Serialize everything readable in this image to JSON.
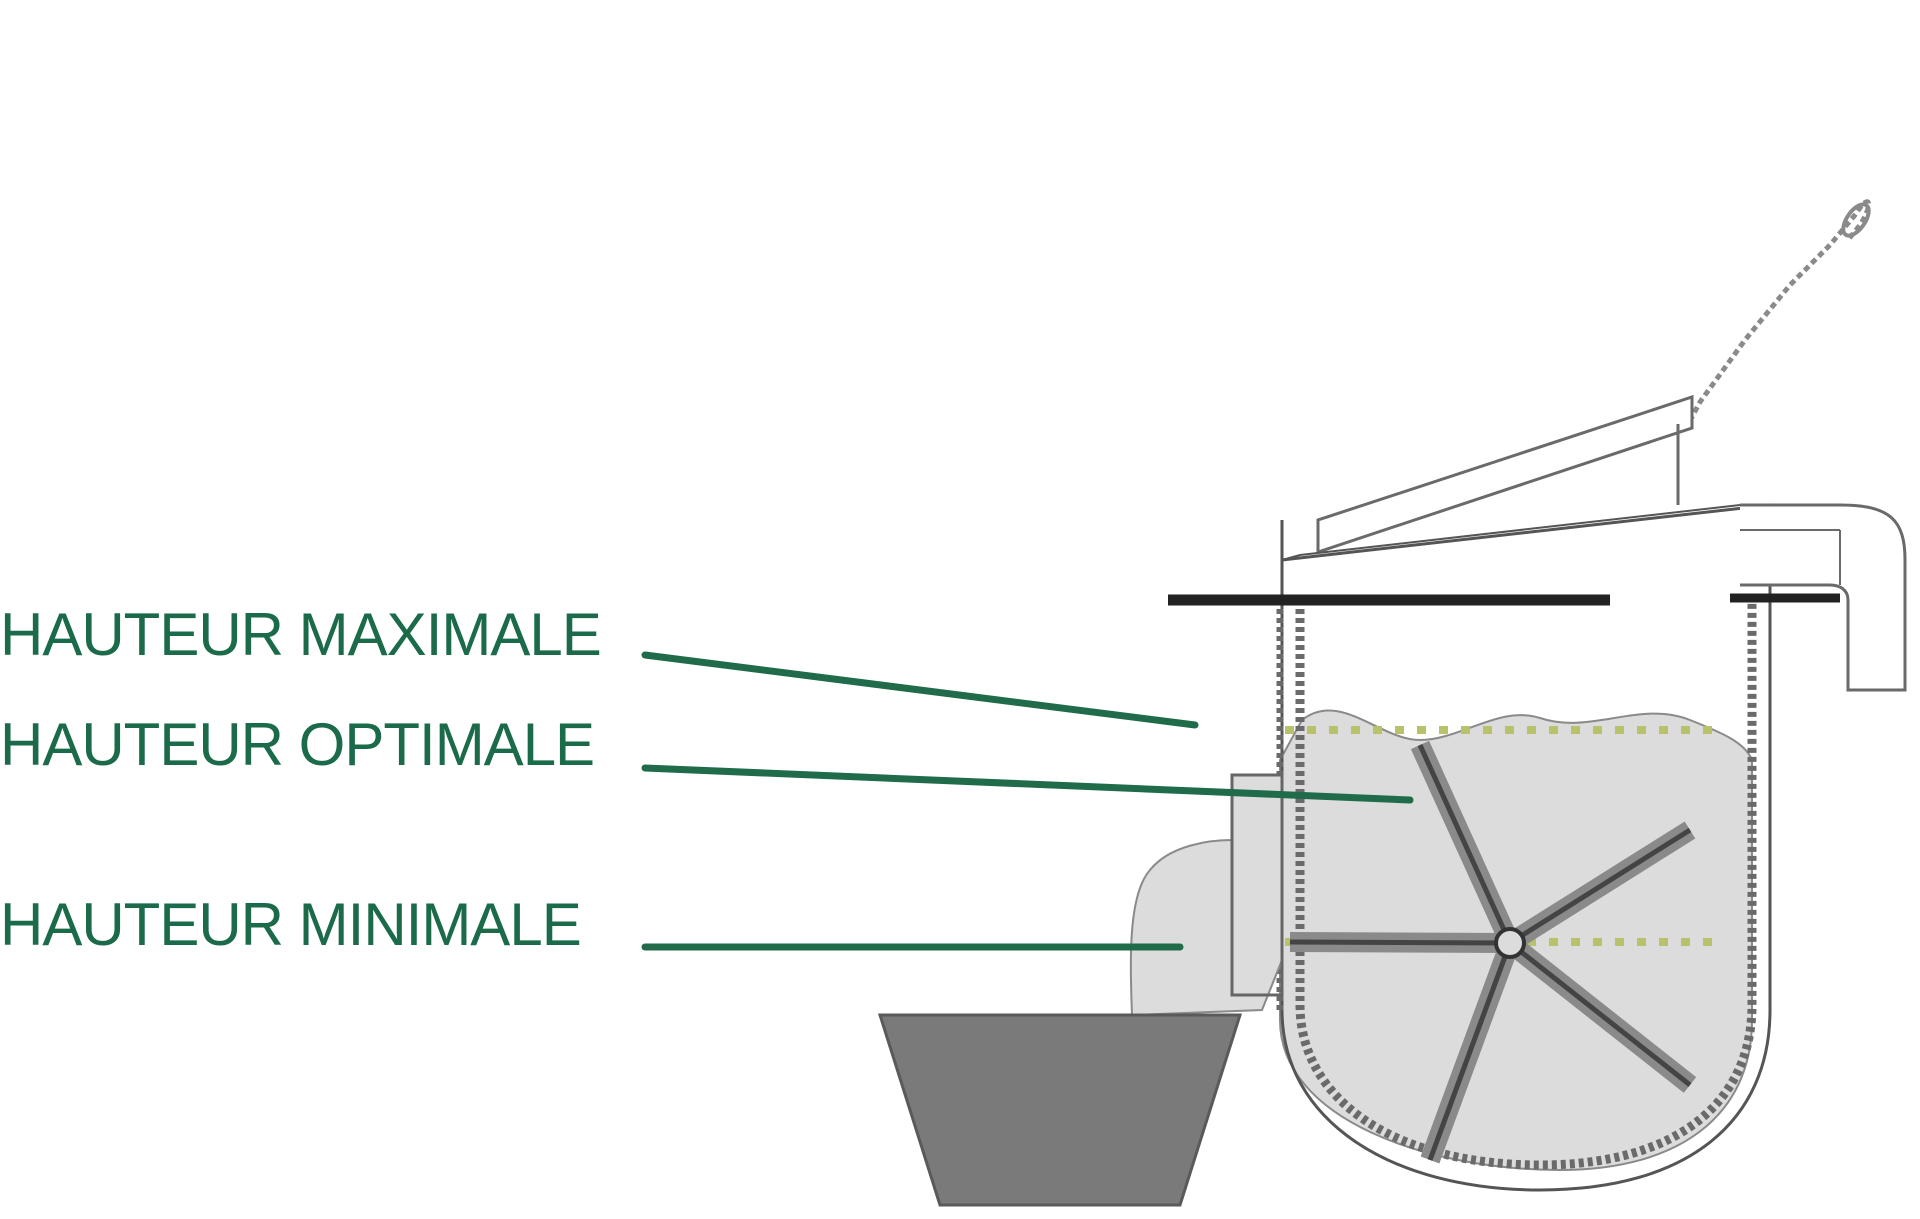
{
  "labels": {
    "max": "HAUTEUR MAXIMALE",
    "optimal": "HAUTEUR OPTIMALE",
    "min": "HAUTEUR MINIMALE"
  },
  "colors": {
    "label_green": "#1b6b4a",
    "leader_green": "#1f6b4a",
    "level_dots": "#b9c26a",
    "outline": "#5a5a5a",
    "fill_light": "#dcdcdc",
    "basin": "#7a7a7a"
  },
  "icons": {
    "container": "feeder-tank-icon",
    "paddle": "paddle-wheel-icon",
    "basin": "basin-icon",
    "chain": "chain-icon"
  }
}
